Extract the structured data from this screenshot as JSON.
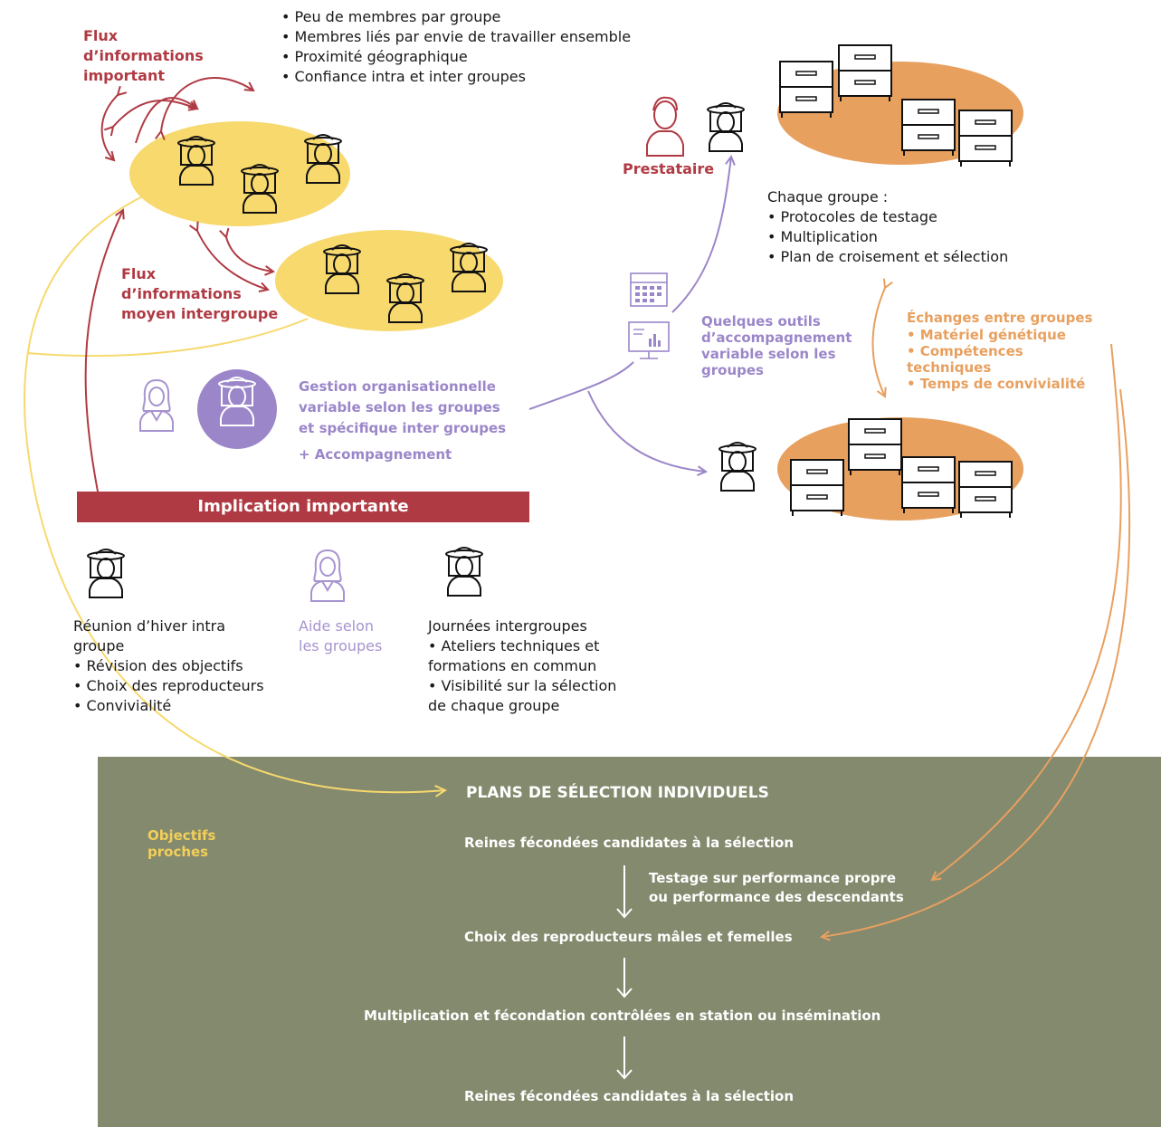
{
  "colors": {
    "red": "#b03a43",
    "yellow": "#f7d96e",
    "purple": "#9b86c9",
    "orange": "#e8a05f",
    "olive": "#848a6e"
  },
  "top_bullets": "• Peu de membres par groupe\n• Membres liés par envie de travailler ensemble\n• Proximité géographique\n• Confiance intra et inter groupes",
  "flux_important": "Flux\nd’informations\nimportant",
  "flux_moyen": "Flux\nd’informations\nmoyen intergroupe",
  "prestataire": "Prestataire",
  "chaque_groupe": "Chaque groupe :\n• Protocoles de testage\n• Multiplication\n• Plan de croisement et sélection",
  "echanges_title": "Échanges entre groupes",
  "echanges_items": "• Matériel génétique\n• Compétences\ntechniques\n• Temps de convivialité",
  "outils": "Quelques outils\nd’accompagnement\nvariable selon les\ngroupes",
  "gestion": "Gestion organisationnelle\nvariable selon les groupes\net spécifique inter groupes",
  "accompagnement": "+ Accompagnement",
  "implication": "Implication importante",
  "reunion": "Réunion d’hiver intra\ngroupe\n• Révision des objectifs\n• Choix des reproducteurs\n• Convivialité",
  "aide": "Aide selon\nles groupes",
  "journees": "Journées intergroupes\n• Ateliers techniques et\nformations en commun\n• Visibilité sur la sélection\nde chaque groupe",
  "objectifs": "Objectifs\nproches",
  "panel": {
    "title": "PLANS DE SÉLECTION INDIVIDUELS",
    "step1": "Reines fécondées candidates à la sélection",
    "testage": "Testage sur performance propre\nou performance des descendants",
    "step2": "Choix des reproducteurs mâles et femelles",
    "step3": "Multiplication et fécondation contrôlées en station ou insémination",
    "step4": "Reines fécondées candidates à la sélection"
  }
}
